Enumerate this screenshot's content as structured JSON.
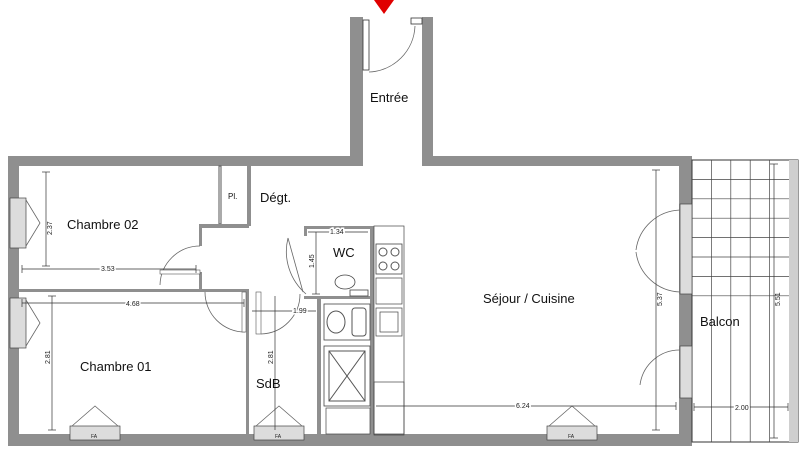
{
  "rooms": {
    "entree": "Entrée",
    "chambre02": "Chambre 02",
    "chambre01": "Chambre 01",
    "degt": "Dégt.",
    "pl": "Pl.",
    "wc": "WC",
    "sdb": "SdB",
    "sejour": "Séjour / Cuisine",
    "balcon": "Balcon"
  },
  "dimensions": {
    "d_237": "2.37",
    "d_353": "3.53",
    "d_468": "4.68",
    "d_281_left": "2.81",
    "d_134": "1.34",
    "d_145": "1.45",
    "d_199": "1.99",
    "d_281_sdb": "2.81",
    "d_624": "6.24",
    "d_537": "5.37",
    "d_551": "5.51",
    "d_200": "2.00"
  },
  "window_tag": "FA",
  "colors": {
    "wall": "#8f8f8f",
    "entry_marker": "#e00000"
  }
}
